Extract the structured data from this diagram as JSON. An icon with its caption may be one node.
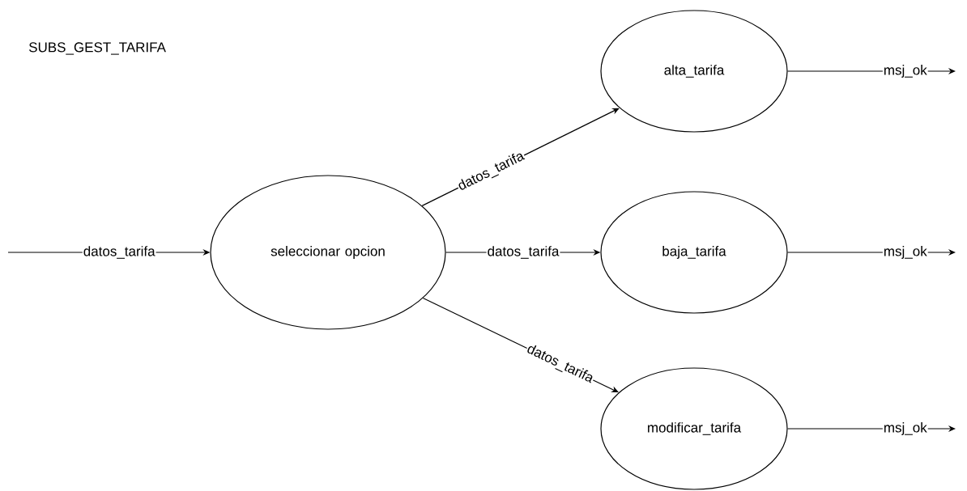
{
  "diagram": {
    "title": "SUBS_GEST_TARIFA",
    "nodes": [
      {
        "text": [
          "seleccionar opcion"
        ]
      },
      {
        "text": [
          "alta_tarifa"
        ]
      },
      {
        "text": [
          "baja_tarifa"
        ]
      },
      {
        "text": [
          "modificar_tarifa"
        ]
      }
    ],
    "edges": [
      {
        "from": null,
        "to": 0,
        "arrow": "to",
        "label": "datos_tarifa"
      },
      {
        "from": 0,
        "to": 1,
        "arrow": "to",
        "label": "datos_tarifa"
      },
      {
        "from": 0,
        "to": 2,
        "arrow": "to",
        "label": "datos_tarifa"
      },
      {
        "from": 0,
        "to": 3,
        "arrow": "to",
        "label": "datos_tarifa"
      },
      {
        "from": 1,
        "to": null,
        "arrow": "to",
        "label": "msj_ok"
      },
      {
        "from": 2,
        "to": null,
        "arrow": "to",
        "label": "msj_ok"
      },
      {
        "from": 3,
        "to": null,
        "arrow": "to",
        "label": "msj_ok"
      }
    ]
  }
}
